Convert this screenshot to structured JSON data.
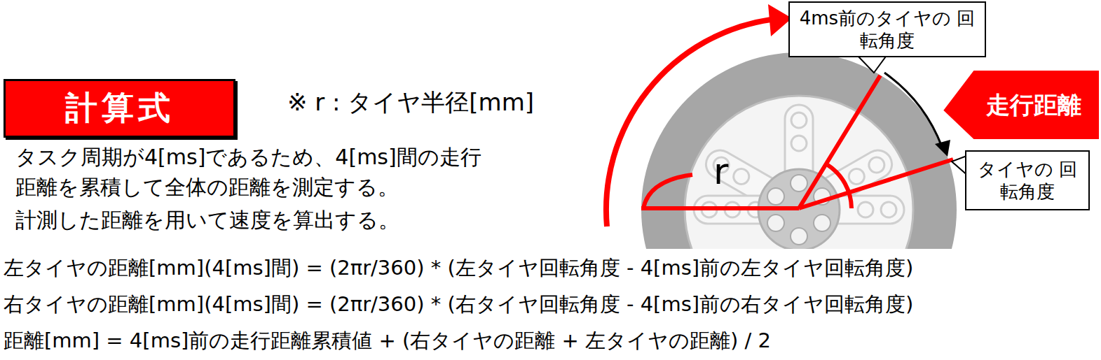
{
  "diagram": {
    "nodes": [
      {
        "text": [
          "計算式"
        ]
      },
      {
        "text": [
          "4ms前のタイヤの 回転角度"
        ]
      },
      {
        "text": [
          "走行距離"
        ]
      },
      {
        "text": [
          "タイヤの 回転角度"
        ]
      }
    ],
    "labels": [
      "※ r : タイヤ半径[mm]",
      "タスク周期が4[ms]であるため、4[ms]間の走行",
      "距離を累積して全体の距離を測定する。",
      "計測した距離を用いて速度を算出する。",
      "r",
      "左タイヤの距離[mm](4[ms]間) = (2πr/360) * (左タイヤ回転角度 - 4[ms]前の左タイヤ回転角度)",
      "右タイヤの距離[mm](4[ms]間) = (2πr/360) * (右タイヤ回転角度 - 4[ms]前の右タイヤ回転角度)",
      "距離[mm] = 4[ms]前の走行距離累積値 + (右タイヤの距離 + 左タイヤの距離) / 2"
    ]
  }
}
